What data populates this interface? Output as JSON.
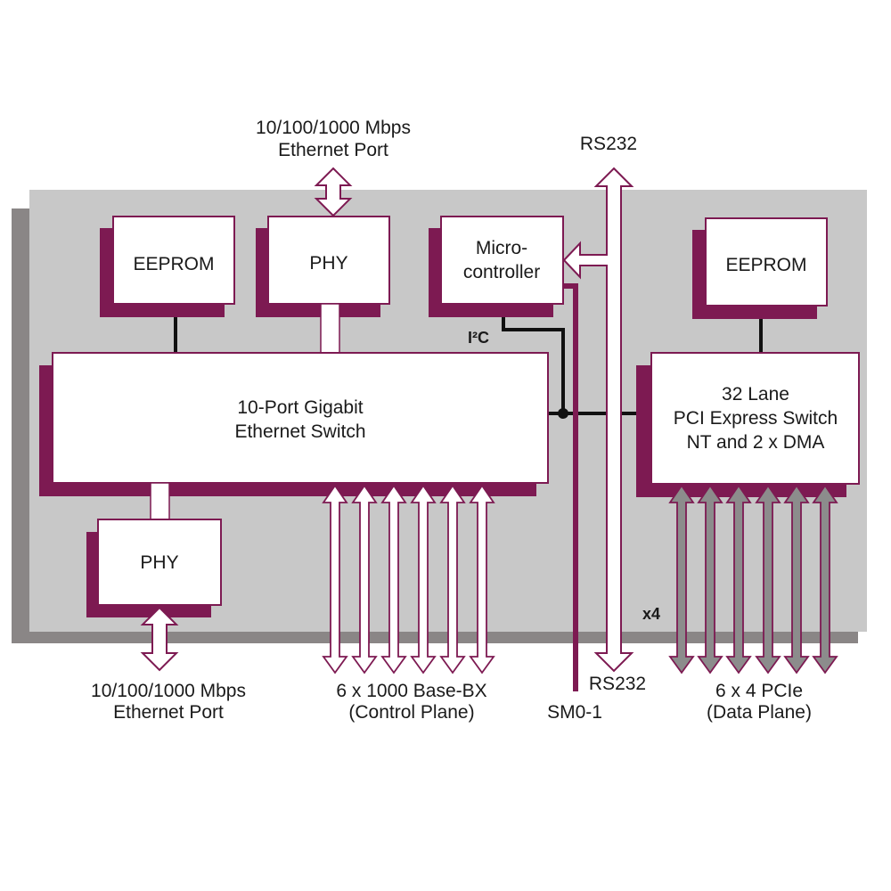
{
  "colors": {
    "board": "#c8c8c8",
    "board_shadow": "#8a8686",
    "box_fill": "#ffffff",
    "box_shadow": "#7d1a52",
    "arrow_outline": "#7d1a52",
    "data_arrow_fill": "#8c8c8c",
    "bus_line": "#111111"
  },
  "blocks": {
    "eeprom_left": "EEPROM",
    "phy_top": "PHY",
    "microcontroller_line1": "Micro-",
    "microcontroller_line2": "controller",
    "eeprom_right": "EEPROM",
    "switch_line1": "10-Port Gigabit",
    "switch_line2": "Ethernet Switch",
    "pcie_line1": "32 Lane",
    "pcie_line2": "PCI Express Switch",
    "pcie_line3": "NT and 2 x DMA",
    "phy_bottom": "PHY"
  },
  "labels": {
    "top_port_line1": "10/100/1000 Mbps",
    "top_port_line2": "Ethernet Port",
    "rs232_top": "RS232",
    "i2c": "I²C",
    "x4": "x4",
    "bottom_port_line1": "10/100/1000 Mbps",
    "bottom_port_line2": "Ethernet Port",
    "control_line1": "6 x 1000 Base-BX",
    "control_line2": "(Control Plane)",
    "rs232_bottom": "RS232",
    "sm": "SM0-1",
    "data_line1": "6  x 4 PCIe",
    "data_line2": "(Data Plane)"
  }
}
